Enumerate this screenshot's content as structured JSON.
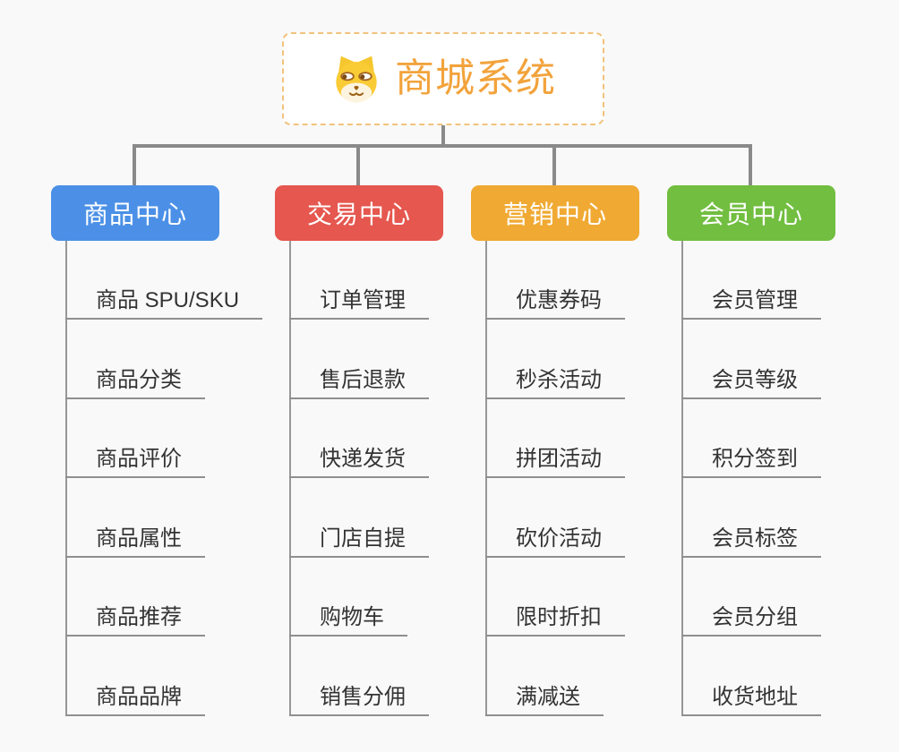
{
  "root": {
    "title": "商城系统",
    "icon": "doge-icon"
  },
  "branches": [
    {
      "id": "product-center",
      "label": "商品中心",
      "color": "#4B90E6",
      "items": [
        "商品 SPU/SKU",
        "商品分类",
        "商品评价",
        "商品属性",
        "商品推荐",
        "商品品牌"
      ]
    },
    {
      "id": "trade-center",
      "label": "交易中心",
      "color": "#E5574F",
      "items": [
        "订单管理",
        "售后退款",
        "快递发货",
        "门店自提",
        "购物车",
        "销售分佣"
      ]
    },
    {
      "id": "marketing-center",
      "label": "营销中心",
      "color": "#F0A932",
      "items": [
        "优惠券码",
        "秒杀活动",
        "拼团活动",
        "砍价活动",
        "限时折扣",
        "满减送"
      ]
    },
    {
      "id": "member-center",
      "label": "会员中心",
      "color": "#72BE40",
      "items": [
        "会员管理",
        "会员等级",
        "积分签到",
        "会员标签",
        "会员分组",
        "收货地址"
      ]
    }
  ],
  "colors": {
    "root_title": "#F2A33C",
    "root_border": "#F2C27E",
    "connector": "#8A8A8A",
    "leaf_line": "#8F8F8F",
    "leaf_text": "#333333",
    "background": "#F9F9F9"
  }
}
